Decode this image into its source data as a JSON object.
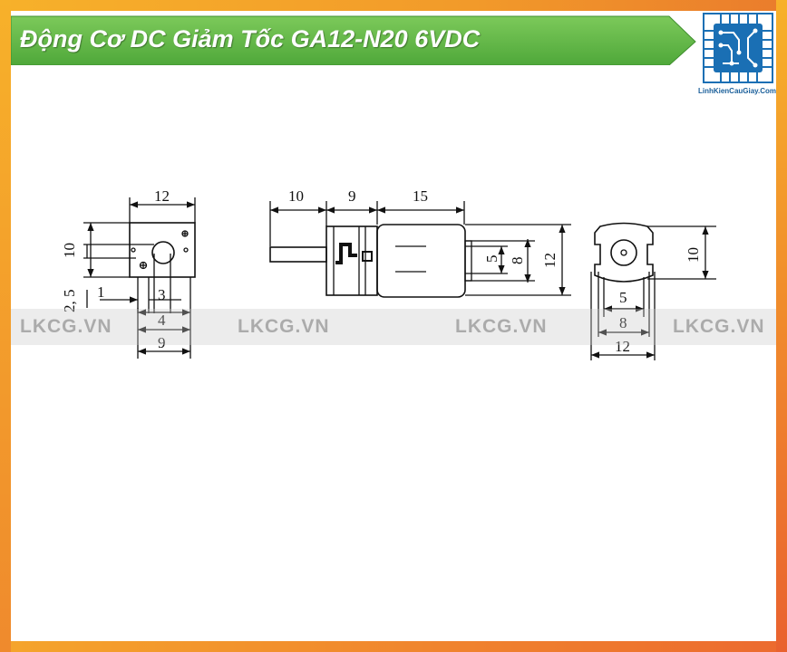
{
  "title": "Động Cơ DC Giảm Tốc GA12-N20 6VDC",
  "logo": {
    "caption": "LinhKienCauGiay.Com",
    "icon": "circuit-board-icon"
  },
  "watermark": "LKCG.VN",
  "colors": {
    "title_bar": "#5fb845",
    "frame": "#f29a2a",
    "logo_blue": "#1a6fb4"
  },
  "dimensions": {
    "left_view": {
      "width": "12",
      "height": "10",
      "offset": "2, 5",
      "a": "1",
      "b": "3",
      "c": "4",
      "d": "9"
    },
    "middle_view": {
      "shaft": "10",
      "gearbox": "9",
      "motor": "15",
      "h1": "5",
      "h2": "8",
      "h3": "12"
    },
    "right_view": {
      "height": "10",
      "w1": "5",
      "w2": "8",
      "w3": "12"
    }
  }
}
